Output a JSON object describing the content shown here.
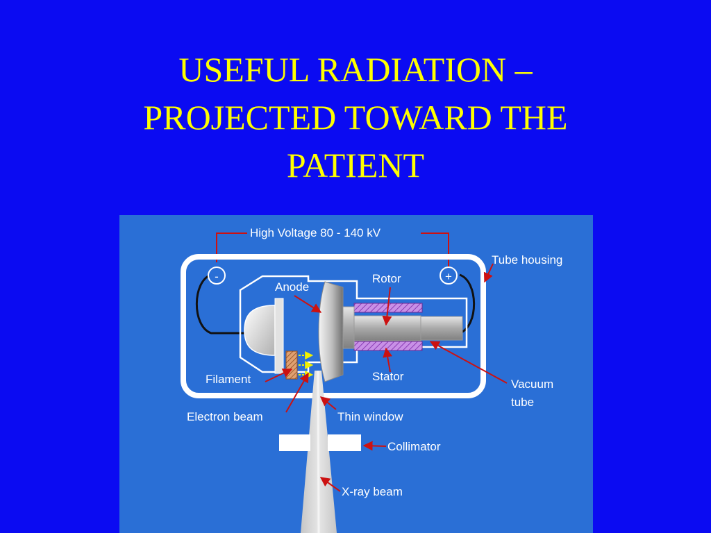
{
  "slide": {
    "title_lines": [
      "USEFUL RADIATION –",
      "PROJECTED TOWARD THE",
      "PATIENT"
    ]
  },
  "diagram": {
    "labels": {
      "high_voltage": "High Voltage 80 - 140 kV",
      "tube_housing": "Tube housing",
      "anode": "Anode",
      "rotor": "Rotor",
      "stator": "Stator",
      "filament": "Filament",
      "vacuum_line1": "Vacuum",
      "vacuum_line2": "tube",
      "electron_beam": "Electron beam",
      "thin_window": "Thin window",
      "collimator": "Collimator",
      "xray_beam": "X-ray beam"
    },
    "symbols": {
      "cathode_sign": "-",
      "anode_sign": "+"
    },
    "colors": {
      "slide_background": "#0b0bf2",
      "title_text": "#ffff00",
      "diagram_background": "#2a6fd6",
      "outline": "#ffffff",
      "leader_lines": "#cc1111",
      "stator_coils": "#b070d0",
      "electron_arrows": "#f0f000"
    }
  }
}
